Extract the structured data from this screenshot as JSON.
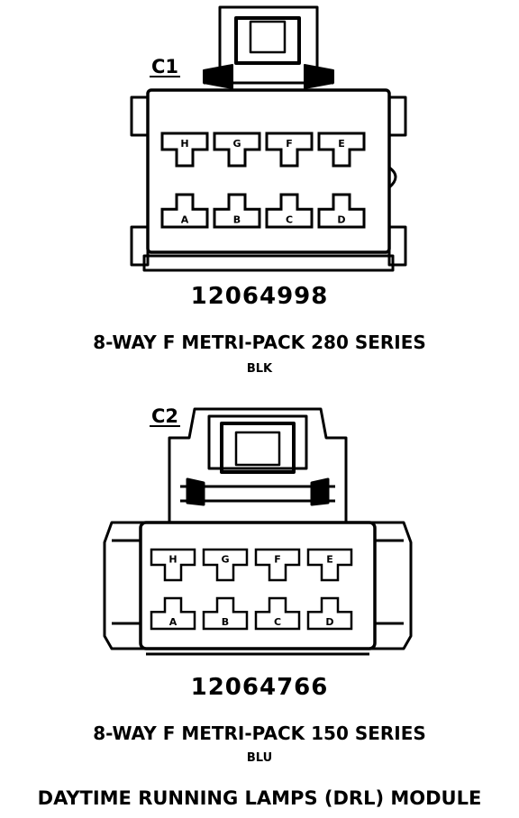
{
  "title": "DAYTIME RUNNING LAMPS (DRL) MODULE",
  "connectors": [
    {
      "label": "C1",
      "part_number": "12064998",
      "description": "8-WAY F METRI-PACK 280 SERIES",
      "color": "BLK",
      "pins_top": [
        "H",
        "G",
        "F",
        "E"
      ],
      "pins_bottom": [
        "A",
        "B",
        "C",
        "D"
      ]
    },
    {
      "label": "C2",
      "part_number": "12064766",
      "description": "8-WAY F METRI-PACK 150 SERIES",
      "color": "BLU",
      "pins_top": [
        "H",
        "G",
        "F",
        "E"
      ],
      "pins_bottom": [
        "A",
        "B",
        "C",
        "D"
      ]
    }
  ]
}
